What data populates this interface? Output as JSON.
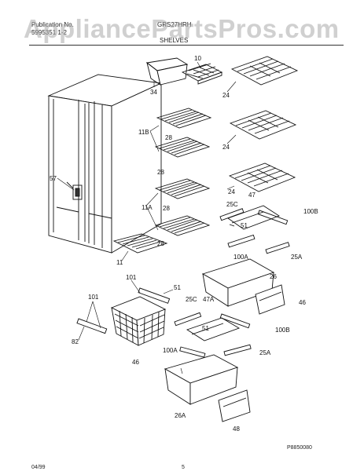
{
  "header": {
    "publication_label": "Publication No.",
    "model": "GRS27HRH",
    "second_line": "5995351 1-2",
    "section": "SHELVES"
  },
  "watermark": "AppliancePartsPros.com",
  "parts": [
    {
      "id": "p34",
      "label": "34"
    },
    {
      "id": "p10",
      "label": "10"
    },
    {
      "id": "p24a",
      "label": "24"
    },
    {
      "id": "p24b",
      "label": "24"
    },
    {
      "id": "p24c",
      "label": "24"
    },
    {
      "id": "p11B",
      "label": "11B"
    },
    {
      "id": "p28a",
      "label": "28"
    },
    {
      "id": "p28b",
      "label": "28"
    },
    {
      "id": "p57",
      "label": "57"
    },
    {
      "id": "p11A",
      "label": "11A"
    },
    {
      "id": "p28c",
      "label": "28"
    },
    {
      "id": "p28d",
      "label": "28"
    },
    {
      "id": "p11",
      "label": "11"
    },
    {
      "id": "p47a",
      "label": "47"
    },
    {
      "id": "p25Ca",
      "label": "25C"
    },
    {
      "id": "p100Ba",
      "label": "100B"
    },
    {
      "id": "p51a",
      "label": "51"
    },
    {
      "id": "p100Aa",
      "label": "100A"
    },
    {
      "id": "p25Aa",
      "label": "25A"
    },
    {
      "id": "p101a",
      "label": "101"
    },
    {
      "id": "p51b",
      "label": "51"
    },
    {
      "id": "p26",
      "label": "26"
    },
    {
      "id": "p25Cb",
      "label": "25C"
    },
    {
      "id": "p47Ab",
      "label": "47A"
    },
    {
      "id": "p46a",
      "label": "46"
    },
    {
      "id": "p101b",
      "label": "101"
    },
    {
      "id": "p100Bb",
      "label": "100B"
    },
    {
      "id": "p51c",
      "label": "51"
    },
    {
      "id": "p82",
      "label": "82"
    },
    {
      "id": "p100Ab",
      "label": "100A"
    },
    {
      "id": "p25Ab",
      "label": "25A"
    },
    {
      "id": "p46b",
      "label": "46"
    },
    {
      "id": "p26A",
      "label": "26A"
    },
    {
      "id": "p48",
      "label": "48"
    }
  ],
  "footer": {
    "code": "P8850080",
    "date": "04/99",
    "page": "5"
  }
}
